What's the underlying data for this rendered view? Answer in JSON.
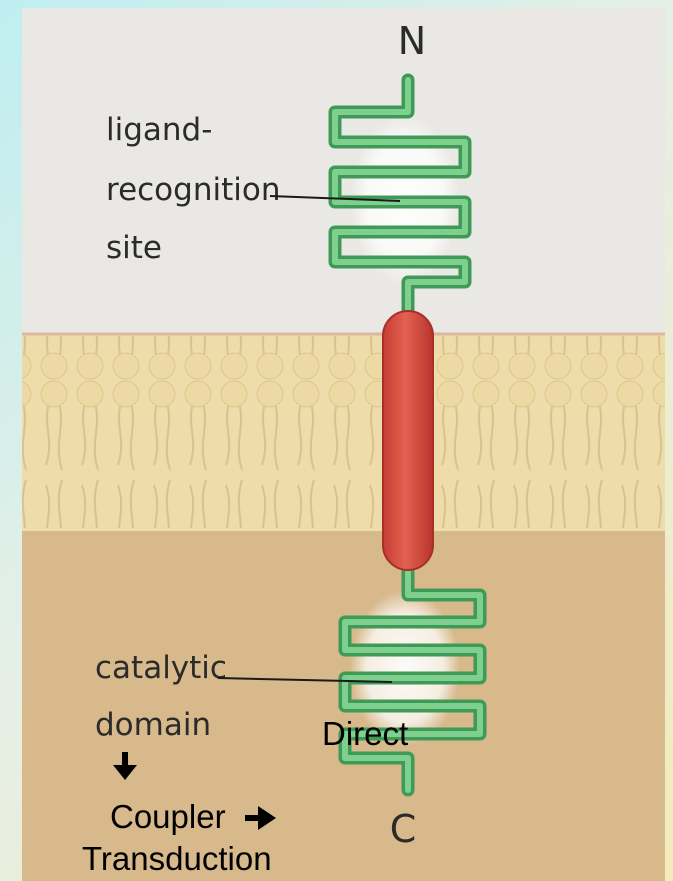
{
  "diagram": {
    "terminal_n": "N",
    "terminal_c": "C",
    "ligand_label_lines": [
      "ligand-",
      "recognition",
      "site"
    ],
    "catalytic_label_lines": [
      "catalytic",
      "domain"
    ],
    "direct_label": "Direct",
    "coupler_label": "Coupler",
    "transduction_label": "Transduction",
    "colors": {
      "extracellular": "#e7e7e3",
      "membrane": "#ead7a0",
      "intracellular": "#d8b888",
      "coil": "#5cb572",
      "transmembrane_helix": "#d9544a"
    }
  }
}
